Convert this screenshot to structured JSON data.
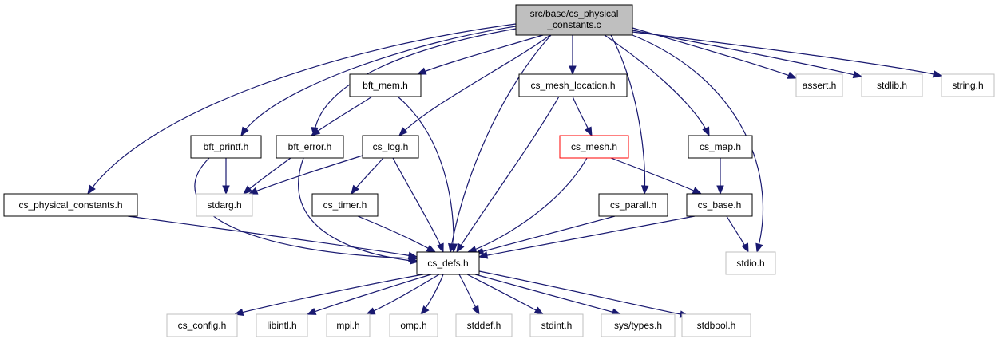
{
  "graph": {
    "nodes": [
      {
        "id": "root",
        "lines": [
          "src/base/cs_physical",
          "_constants.c"
        ],
        "style": "root"
      },
      {
        "id": "assert",
        "lines": [
          "assert.h"
        ],
        "style": "sys"
      },
      {
        "id": "stdlib",
        "lines": [
          "stdlib.h"
        ],
        "style": "sys"
      },
      {
        "id": "string",
        "lines": [
          "string.h"
        ],
        "style": "sys"
      },
      {
        "id": "bft_mem",
        "lines": [
          "bft_mem.h"
        ],
        "style": "normal"
      },
      {
        "id": "cs_mesh_location",
        "lines": [
          "cs_mesh_location.h"
        ],
        "style": "normal"
      },
      {
        "id": "bft_printf",
        "lines": [
          "bft_printf.h"
        ],
        "style": "normal"
      },
      {
        "id": "bft_error",
        "lines": [
          "bft_error.h"
        ],
        "style": "normal"
      },
      {
        "id": "cs_log",
        "lines": [
          "cs_log.h"
        ],
        "style": "normal"
      },
      {
        "id": "cs_mesh",
        "lines": [
          "cs_mesh.h"
        ],
        "style": "incomplete"
      },
      {
        "id": "cs_map",
        "lines": [
          "cs_map.h"
        ],
        "style": "normal"
      },
      {
        "id": "cs_physical_constants",
        "lines": [
          "cs_physical_constants.h"
        ],
        "style": "normal"
      },
      {
        "id": "stdarg",
        "lines": [
          "stdarg.h"
        ],
        "style": "sys"
      },
      {
        "id": "cs_timer",
        "lines": [
          "cs_timer.h"
        ],
        "style": "normal"
      },
      {
        "id": "cs_parall",
        "lines": [
          "cs_parall.h"
        ],
        "style": "normal"
      },
      {
        "id": "cs_base",
        "lines": [
          "cs_base.h"
        ],
        "style": "normal"
      },
      {
        "id": "cs_defs",
        "lines": [
          "cs_defs.h"
        ],
        "style": "normal"
      },
      {
        "id": "stdio",
        "lines": [
          "stdio.h"
        ],
        "style": "sys"
      },
      {
        "id": "cs_config",
        "lines": [
          "cs_config.h"
        ],
        "style": "sys"
      },
      {
        "id": "libintl",
        "lines": [
          "libintl.h"
        ],
        "style": "sys"
      },
      {
        "id": "mpi",
        "lines": [
          "mpi.h"
        ],
        "style": "sys"
      },
      {
        "id": "omp",
        "lines": [
          "omp.h"
        ],
        "style": "sys"
      },
      {
        "id": "stddef",
        "lines": [
          "stddef.h"
        ],
        "style": "sys"
      },
      {
        "id": "stdint",
        "lines": [
          "stdint.h"
        ],
        "style": "sys"
      },
      {
        "id": "systypes",
        "lines": [
          "sys/types.h"
        ],
        "style": "sys"
      },
      {
        "id": "stdbool",
        "lines": [
          "stdbool.h"
        ],
        "style": "sys"
      }
    ],
    "edges": [
      {
        "from": "root",
        "to": "assert"
      },
      {
        "from": "root",
        "to": "stdlib"
      },
      {
        "from": "root",
        "to": "string"
      },
      {
        "from": "root",
        "to": "bft_mem"
      },
      {
        "from": "root",
        "to": "cs_mesh_location"
      },
      {
        "from": "root",
        "to": "bft_printf"
      },
      {
        "from": "root",
        "to": "bft_error"
      },
      {
        "from": "root",
        "to": "cs_log"
      },
      {
        "from": "root",
        "to": "cs_map"
      },
      {
        "from": "root",
        "to": "cs_physical_constants"
      },
      {
        "from": "root",
        "to": "cs_defs"
      },
      {
        "from": "root",
        "to": "cs_parall"
      },
      {
        "from": "root",
        "to": "stdio"
      },
      {
        "from": "bft_mem",
        "to": "bft_error"
      },
      {
        "from": "bft_mem",
        "to": "cs_defs"
      },
      {
        "from": "cs_mesh_location",
        "to": "cs_mesh"
      },
      {
        "from": "cs_mesh_location",
        "to": "cs_defs"
      },
      {
        "from": "bft_printf",
        "to": "stdarg"
      },
      {
        "from": "bft_printf",
        "to": "cs_defs"
      },
      {
        "from": "bft_error",
        "to": "stdarg"
      },
      {
        "from": "bft_error",
        "to": "cs_defs"
      },
      {
        "from": "cs_log",
        "to": "stdarg"
      },
      {
        "from": "cs_log",
        "to": "cs_timer"
      },
      {
        "from": "cs_log",
        "to": "cs_defs"
      },
      {
        "from": "cs_mesh",
        "to": "cs_base"
      },
      {
        "from": "cs_mesh",
        "to": "cs_defs"
      },
      {
        "from": "cs_map",
        "to": "cs_base"
      },
      {
        "from": "cs_physical_constants",
        "to": "cs_defs"
      },
      {
        "from": "cs_timer",
        "to": "cs_defs"
      },
      {
        "from": "cs_parall",
        "to": "cs_defs"
      },
      {
        "from": "cs_base",
        "to": "cs_defs"
      },
      {
        "from": "cs_base",
        "to": "stdio"
      },
      {
        "from": "cs_defs",
        "to": "cs_config"
      },
      {
        "from": "cs_defs",
        "to": "libintl"
      },
      {
        "from": "cs_defs",
        "to": "mpi"
      },
      {
        "from": "cs_defs",
        "to": "omp"
      },
      {
        "from": "cs_defs",
        "to": "stddef"
      },
      {
        "from": "cs_defs",
        "to": "stdint"
      },
      {
        "from": "cs_defs",
        "to": "systypes"
      },
      {
        "from": "cs_defs",
        "to": "stdbool"
      }
    ]
  },
  "colors": {
    "edge": "#191970",
    "root_fill": "#bfbfbf",
    "normal_border": "#000000",
    "sys_border": "#bfbfbf",
    "incomplete_border": "#ff0000",
    "node_fill": "#ffffff"
  }
}
